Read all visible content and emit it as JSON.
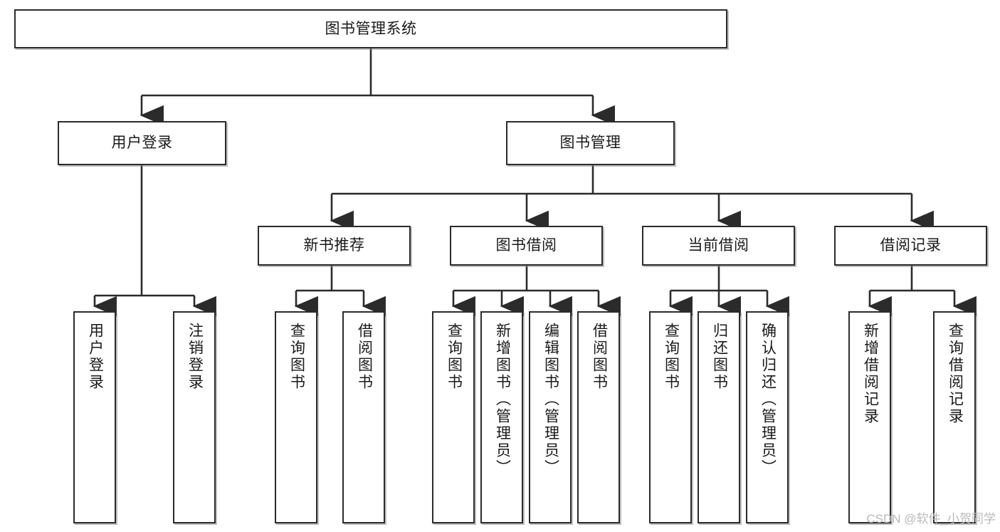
{
  "diagram": {
    "title": "图书管理系统",
    "type": "tree-hierarchy-diagram",
    "colors": {
      "box_border": "#2b2b2b",
      "box_fill": "#ffffff",
      "edge": "#2b2b2b",
      "text": "#1a1a1a",
      "watermark": "#b9b9b9"
    },
    "root": {
      "label": "图书管理系统"
    },
    "level2": [
      {
        "label": "用户登录"
      },
      {
        "label": "图书管理"
      }
    ],
    "level3": [
      {
        "label": "新书推荐"
      },
      {
        "label": "图书借阅"
      },
      {
        "label": "当前借阅"
      },
      {
        "label": "借阅记录"
      }
    ],
    "leaves": [
      {
        "label": "用户登录",
        "parent": "用户登录"
      },
      {
        "label": "注销登录",
        "parent": "用户登录"
      },
      {
        "label": "查询图书",
        "parent": "新书推荐"
      },
      {
        "label": "借阅图书",
        "parent": "新书推荐"
      },
      {
        "label": "查询图书",
        "parent": "图书借阅"
      },
      {
        "label": "新增图书（管理员）",
        "parent": "图书借阅"
      },
      {
        "label": "编辑图书（管理员）",
        "parent": "图书借阅"
      },
      {
        "label": "借阅图书",
        "parent": "图书借阅"
      },
      {
        "label": "查询图书",
        "parent": "当前借阅"
      },
      {
        "label": "归还图书",
        "parent": "当前借阅"
      },
      {
        "label": "确认归还（管理员）",
        "parent": "当前借阅"
      },
      {
        "label": "新增借阅记录",
        "parent": "借阅记录"
      },
      {
        "label": "查询借阅记录",
        "parent": "借阅记录"
      }
    ]
  },
  "watermark": {
    "text": "CSDN @软件_小贺同学"
  }
}
